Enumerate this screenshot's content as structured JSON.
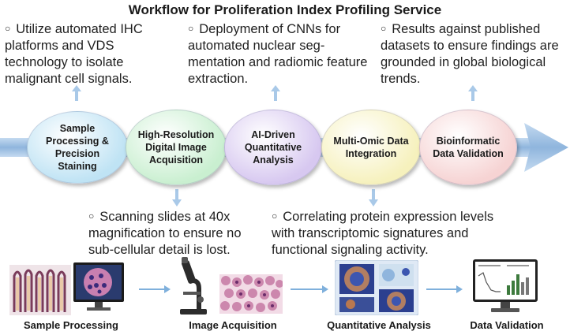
{
  "title": "Workflow for Proliferation Index Profiling Service",
  "top_notes": [
    "Utilize automated IHC platforms and VDS technology to isolate malignant cell signals.",
    "Deployment of CNNs for automated nuclear seg-mentation and radiomic feature extraction.",
    "Results against published datasets to ensure findings are grounded in global biological trends."
  ],
  "bottom_notes": [
    "Scanning slides at 40x magnification to ensure no sub-cellular detail is lost.",
    "Correlating protein expression levels with transcriptomic signatures and functional signaling activity."
  ],
  "steps": [
    {
      "label": "Sample Processing & Precision Staining",
      "color": "#bfe3f4"
    },
    {
      "label": "High-Resolution Digital Image Acquisition",
      "color": "#c9efd0"
    },
    {
      "label": "AI-Driven Quantitative Analysis",
      "color": "#d7c8f0"
    },
    {
      "label": "Multi-Omic Data Integration",
      "color": "#f6f1bd"
    },
    {
      "label": "Bioinformatic Data Validation",
      "color": "#f6d3d3"
    }
  ],
  "captions": [
    "Sample Processing",
    "Image Acquisition",
    "Quantitative Analysis",
    "Data Validation"
  ],
  "bullet_symbol": "○"
}
